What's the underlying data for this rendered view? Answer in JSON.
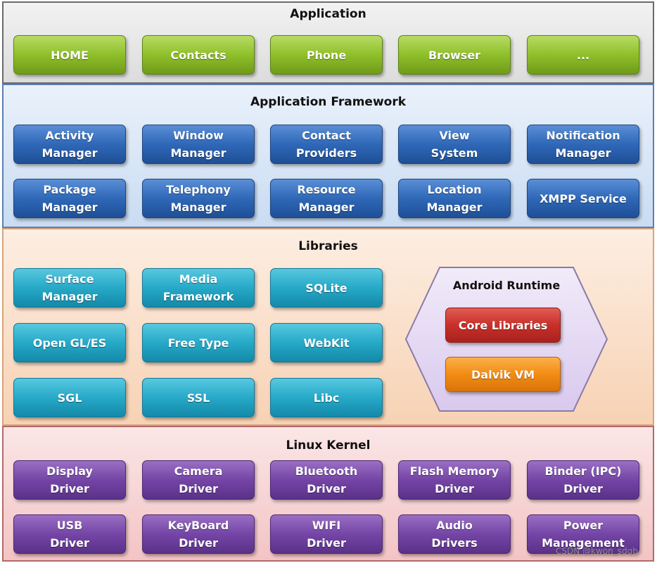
{
  "application": {
    "title": "Application",
    "items": [
      "HOME",
      "Contacts",
      "Phone",
      "Browser",
      "..."
    ]
  },
  "framework": {
    "title": "Application Framework",
    "items": [
      "Activity\nManager",
      "Window\nManager",
      "Contact\nProviders",
      "View\nSystem",
      "Notification\nManager",
      "Package\nManager",
      "Telephony\nManager",
      "Resource\nManager",
      "Location\nManager",
      "XMPP Service"
    ]
  },
  "libraries": {
    "title": "Libraries",
    "items": [
      "Surface\nManager",
      "Media\nFramework",
      "SQLite",
      "Open GL/ES",
      "Free Type",
      "WebKit",
      "SGL",
      "SSL",
      "Libc"
    ]
  },
  "runtime": {
    "title": "Android Runtime",
    "core": "Core Libraries",
    "vm": "Dalvik VM"
  },
  "kernel": {
    "title": "Linux Kernel",
    "items": [
      "Display\nDriver",
      "Camera\nDriver",
      "Bluetooth\nDriver",
      "Flash Memory\nDriver",
      "Binder (IPC)\nDriver",
      "USB\nDriver",
      "KeyBoard\nDriver",
      "WIFI\nDriver",
      "Audio\nDrivers",
      "Power\nManagement"
    ]
  },
  "watermark": "CSDN @kwon_sdqb",
  "colors": {
    "application": "#8fbf2b",
    "framework": "#2f68b8",
    "libraries": "#26a9c8",
    "kernel": "#7445a6",
    "core_libraries": "#c9302a",
    "dalvik_vm": "#f28c14",
    "runtime_hexagon": "#e7dcf3"
  }
}
